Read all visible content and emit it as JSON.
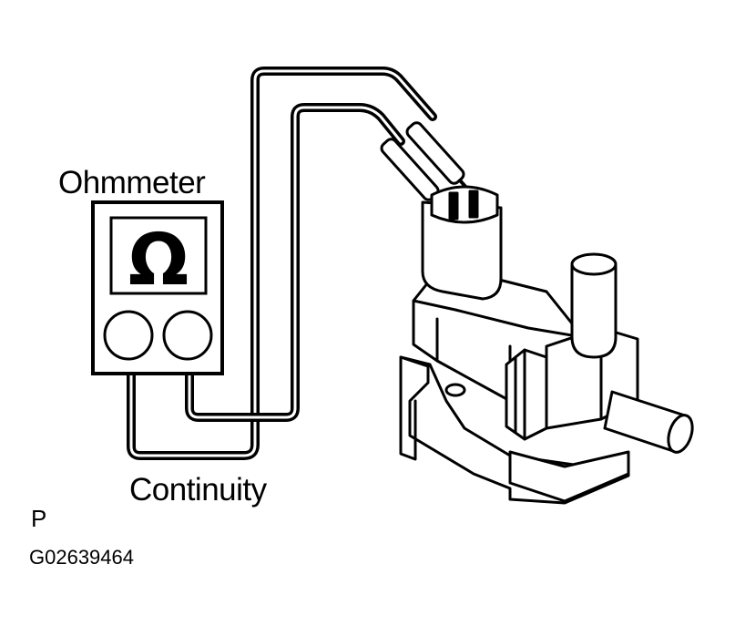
{
  "labels": {
    "ohmmeter": "Ohmmeter",
    "continuity": "Continuity",
    "view_code": "P",
    "figure_code": "G02639464"
  },
  "meter": {
    "symbol": "Ω"
  },
  "icons": {
    "ohmmeter": "ohmmeter-icon",
    "valve": "vacuum-switching-valve-icon"
  },
  "colors": {
    "line": "#000000",
    "background": "#ffffff"
  }
}
